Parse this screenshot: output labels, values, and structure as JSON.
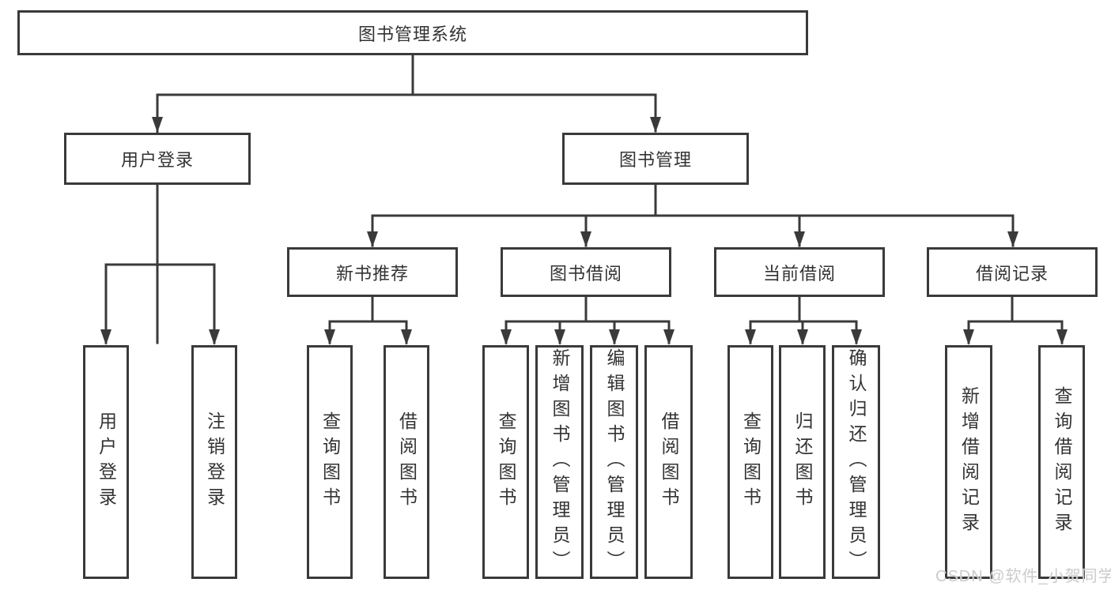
{
  "diagram": {
    "title_node": "图书管理系统",
    "branches": [
      {
        "label": "用户登录",
        "leaves": [
          "用户登录",
          "注销登录"
        ]
      },
      {
        "label": "图书管理",
        "groups": [
          {
            "label": "新书推荐",
            "leaves": [
              "查询图书",
              "借阅图书"
            ]
          },
          {
            "label": "图书借阅",
            "leaves": [
              "查询图书",
              "新增图书（管理员）",
              "编辑图书（管理员）",
              "借阅图书"
            ]
          },
          {
            "label": "当前借阅",
            "leaves": [
              "查询图书",
              "归还图书",
              "确认归还（管理员）"
            ]
          },
          {
            "label": "借阅记录",
            "leaves": [
              "新增借阅记录",
              "查询借阅记录"
            ]
          }
        ]
      }
    ]
  },
  "watermark": "CSDN @软件_小贺同学",
  "colors": {
    "line": "#3a3a3a",
    "text": "#333333",
    "background": "#ffffff",
    "watermark": "#cbcbcb"
  }
}
